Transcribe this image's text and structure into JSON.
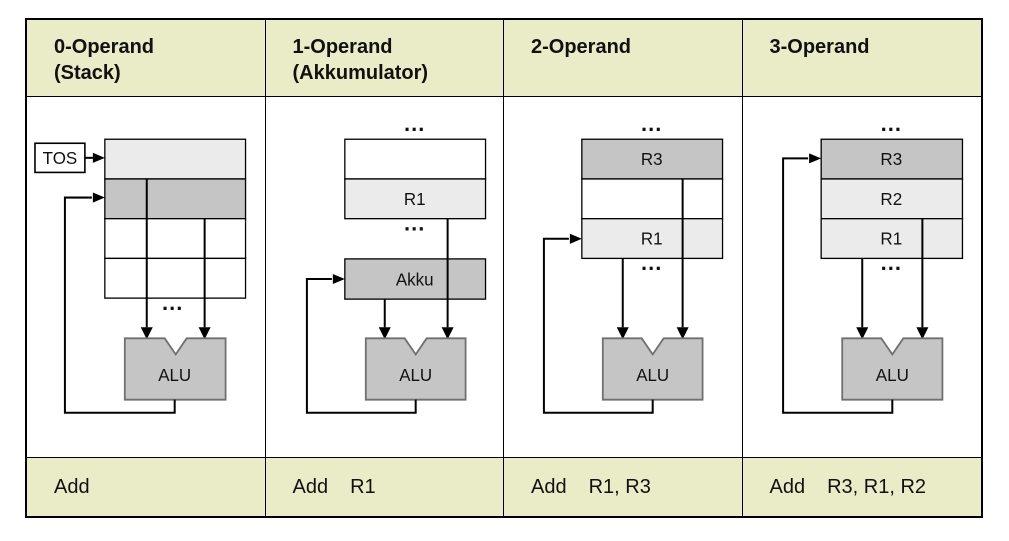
{
  "columns": [
    {
      "header_line1": "0-Operand",
      "header_line2": "(Stack)",
      "instruction_mnemonic": "Add",
      "instruction_operands": ""
    },
    {
      "header_line1": "1-Operand",
      "header_line2": "(Akkumulator)",
      "instruction_mnemonic": "Add",
      "instruction_operands": "R1"
    },
    {
      "header_line1": "2-Operand",
      "header_line2": "",
      "instruction_mnemonic": "Add",
      "instruction_operands": "R1, R3"
    },
    {
      "header_line1": "3-Operand",
      "header_line2": "",
      "instruction_mnemonic": "Add",
      "instruction_operands": "R3, R1, R2"
    }
  ],
  "diagram": {
    "ellipsis": "...",
    "tos_label": "TOS",
    "alu_label": "ALU",
    "akku_label": "Akku",
    "registers": {
      "r1": "R1",
      "r2": "R2",
      "r3": "R3"
    }
  },
  "colors": {
    "header_bg": "#EAEBC7",
    "cell_light": "#EBEBEB",
    "cell_dark": "#C5C5C5",
    "cell_white": "#FFFFFF",
    "alu_border": "#707070",
    "line": "#000000",
    "text": "#111111",
    "page_bg": "#FFFFFF"
  }
}
